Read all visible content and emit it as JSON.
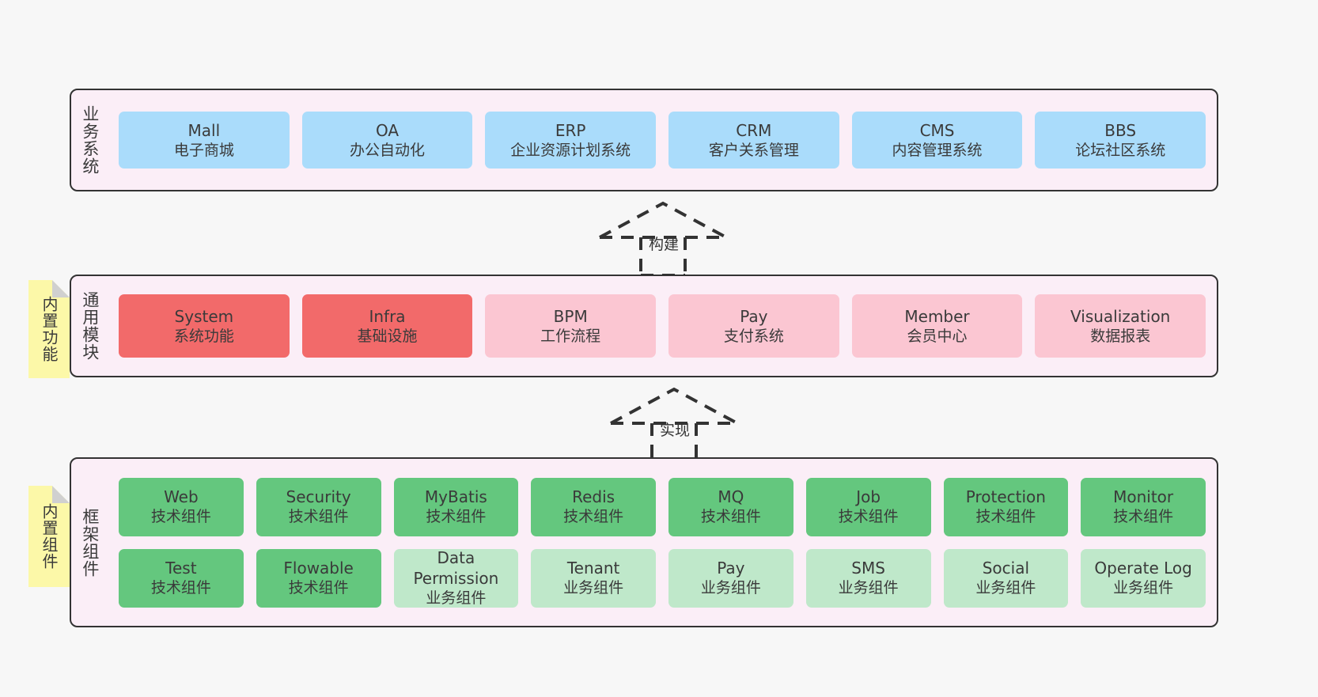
{
  "diagram": {
    "background_color": "#f7f7f7",
    "panel_color": "#fbeef7",
    "border_color": "#333333"
  },
  "layers": [
    {
      "id": "business",
      "title": "业务系统",
      "nodes": [
        {
          "en": "Mall",
          "cn": "电子商城",
          "color": "#aadcfb"
        },
        {
          "en": "OA",
          "cn": "办公自动化",
          "color": "#aadcfb"
        },
        {
          "en": "ERP",
          "cn": "企业资源计划系统",
          "color": "#aadcfb"
        },
        {
          "en": "CRM",
          "cn": "客户关系管理",
          "color": "#aadcfb"
        },
        {
          "en": "CMS",
          "cn": "内容管理系统",
          "color": "#aadcfb"
        },
        {
          "en": "BBS",
          "cn": "论坛社区系统",
          "color": "#aadcfb"
        }
      ]
    },
    {
      "id": "common",
      "title": "通用模块",
      "nodes": [
        {
          "en": "System",
          "cn": "系统功能",
          "color": "#f26a6a"
        },
        {
          "en": "Infra",
          "cn": "基础设施",
          "color": "#f26a6a"
        },
        {
          "en": "BPM",
          "cn": "工作流程",
          "color": "#fbc6d2"
        },
        {
          "en": "Pay",
          "cn": "支付系统",
          "color": "#fbc6d2"
        },
        {
          "en": "Member",
          "cn": "会员中心",
          "color": "#fbc6d2"
        },
        {
          "en": "Visualization",
          "cn": "数据报表",
          "color": "#fbc6d2"
        }
      ]
    },
    {
      "id": "frame",
      "title": "框架组件",
      "rows": [
        [
          {
            "en": "Web",
            "cn": "技术组件",
            "color": "#64c77e"
          },
          {
            "en": "Security",
            "cn": "技术组件",
            "color": "#64c77e"
          },
          {
            "en": "MyBatis",
            "cn": "技术组件",
            "color": "#64c77e"
          },
          {
            "en": "Redis",
            "cn": "技术组件",
            "color": "#64c77e"
          },
          {
            "en": "MQ",
            "cn": "技术组件",
            "color": "#64c77e"
          },
          {
            "en": "Job",
            "cn": "技术组件",
            "color": "#64c77e"
          },
          {
            "en": "Protection",
            "cn": "技术组件",
            "color": "#64c77e"
          },
          {
            "en": "Monitor",
            "cn": "技术组件",
            "color": "#64c77e"
          }
        ],
        [
          {
            "en": "Test",
            "cn": "技术组件",
            "color": "#64c77e"
          },
          {
            "en": "Flowable",
            "cn": "技术组件",
            "color": "#64c77e"
          },
          {
            "en": "Data Permission",
            "cn": "业务组件",
            "color": "#bfe8ca"
          },
          {
            "en": "Tenant",
            "cn": "业务组件",
            "color": "#bfe8ca"
          },
          {
            "en": "Pay",
            "cn": "业务组件",
            "color": "#bfe8ca"
          },
          {
            "en": "SMS",
            "cn": "业务组件",
            "color": "#bfe8ca"
          },
          {
            "en": "Social",
            "cn": "业务组件",
            "color": "#bfe8ca"
          },
          {
            "en": "Operate Log",
            "cn": "业务组件",
            "color": "#bfe8ca"
          }
        ]
      ]
    }
  ],
  "notes": [
    {
      "id": "builtin-func",
      "text": "内置功能",
      "color": "#fcf8a8"
    },
    {
      "id": "builtin-comp",
      "text": "内置组件",
      "color": "#fcf8a8"
    }
  ],
  "arrows": [
    {
      "id": "build",
      "label": "构建",
      "style": "dashed-generalization"
    },
    {
      "id": "impl",
      "label": "实现",
      "style": "dashed-generalization"
    }
  ]
}
